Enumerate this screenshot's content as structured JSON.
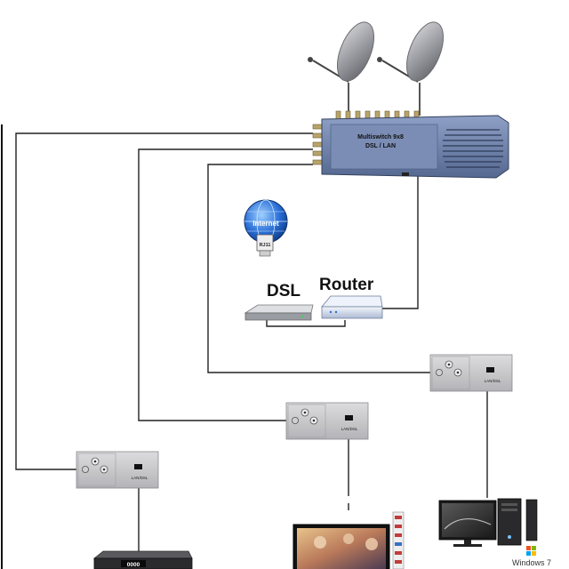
{
  "multiswitch": {
    "line1": "Multiswitch 9x8",
    "line2": "DSL / LAN"
  },
  "globe": {
    "word": "Internet",
    "plug": "RJ11"
  },
  "labels": {
    "dsl": "DSL",
    "router": "Router"
  },
  "wall_outlets": [
    {
      "label": "LAN/DSL"
    },
    {
      "label": "LAN/DSL"
    },
    {
      "label": "LAN/DSL"
    }
  ],
  "receiver": {
    "display": "0000"
  },
  "pc": {
    "os_label": "Windows 7"
  },
  "colors": {
    "cable": "#222222",
    "multiswitch_body": "#6b7fa8",
    "multiswitch_grille": "#3f4f73",
    "outlet": "#c9c9cc",
    "router": "#d9e2f2",
    "modem": "#b9bcc2",
    "globe_blue": "#2a6fd6"
  }
}
